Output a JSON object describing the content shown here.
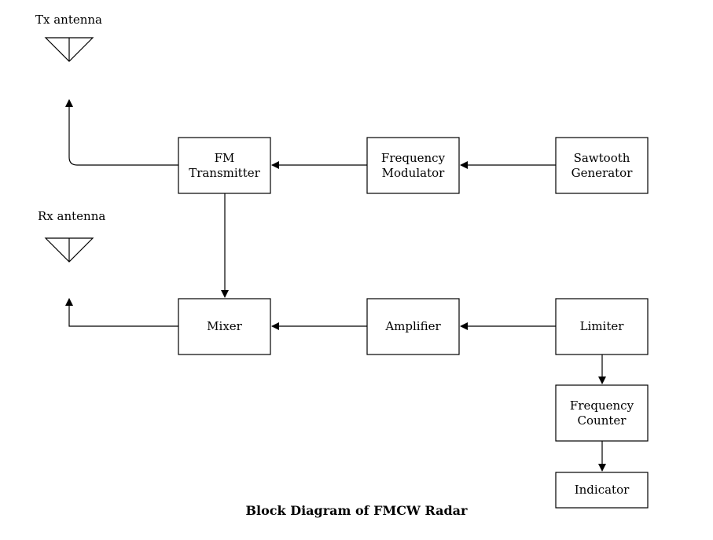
{
  "diagram": {
    "caption": "Block Diagram of FMCW Radar",
    "antennas": {
      "tx": {
        "label": "Tx antenna"
      },
      "rx": {
        "label": "Rx antenna"
      }
    },
    "blocks": {
      "fm_transmitter": "FM\nTransmitter",
      "frequency_modulator": "Frequency\nModulator",
      "sawtooth_generator": "Sawtooth\nGenerator",
      "mixer": "Mixer",
      "amplifier": "Amplifier",
      "limiter": "Limiter",
      "frequency_counter": "Frequency\nCounter",
      "indicator": "Indicator"
    },
    "connections": [
      {
        "from": "sawtooth_generator",
        "to": "frequency_modulator"
      },
      {
        "from": "frequency_modulator",
        "to": "fm_transmitter"
      },
      {
        "from": "fm_transmitter",
        "to": "tx_antenna"
      },
      {
        "from": "fm_transmitter",
        "to": "mixer"
      },
      {
        "from": "limiter",
        "to": "amplifier"
      },
      {
        "from": "amplifier",
        "to": "mixer"
      },
      {
        "from": "mixer",
        "to": "rx_antenna"
      },
      {
        "from": "limiter",
        "to": "frequency_counter"
      },
      {
        "from": "frequency_counter",
        "to": "indicator"
      }
    ],
    "colors": {
      "stroke": "#000000",
      "background": "#ffffff"
    }
  }
}
